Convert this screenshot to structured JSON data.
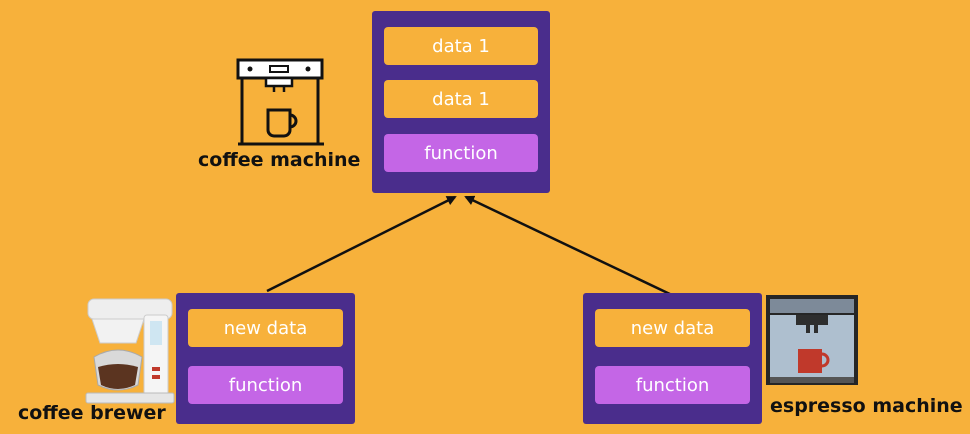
{
  "diagram": {
    "parent": {
      "name_label": "coffee machine",
      "fields": [
        "data 1",
        "data 1"
      ],
      "function_label": "function"
    },
    "left_child": {
      "name_label": "coffee brewer",
      "field": "new data",
      "function_label": "function"
    },
    "right_child": {
      "name_label": "espresso machine",
      "field": "new data",
      "function_label": "function"
    }
  },
  "colors": {
    "background": "#f7b13b",
    "box": "#4a2d8c",
    "data_slot": "#f7b13b",
    "function_slot": "#c466e6",
    "arrow": "#111111"
  },
  "icons": {
    "parent": "coffee-machine-icon",
    "left": "coffee-brewer-icon",
    "right": "espresso-machine-icon"
  }
}
